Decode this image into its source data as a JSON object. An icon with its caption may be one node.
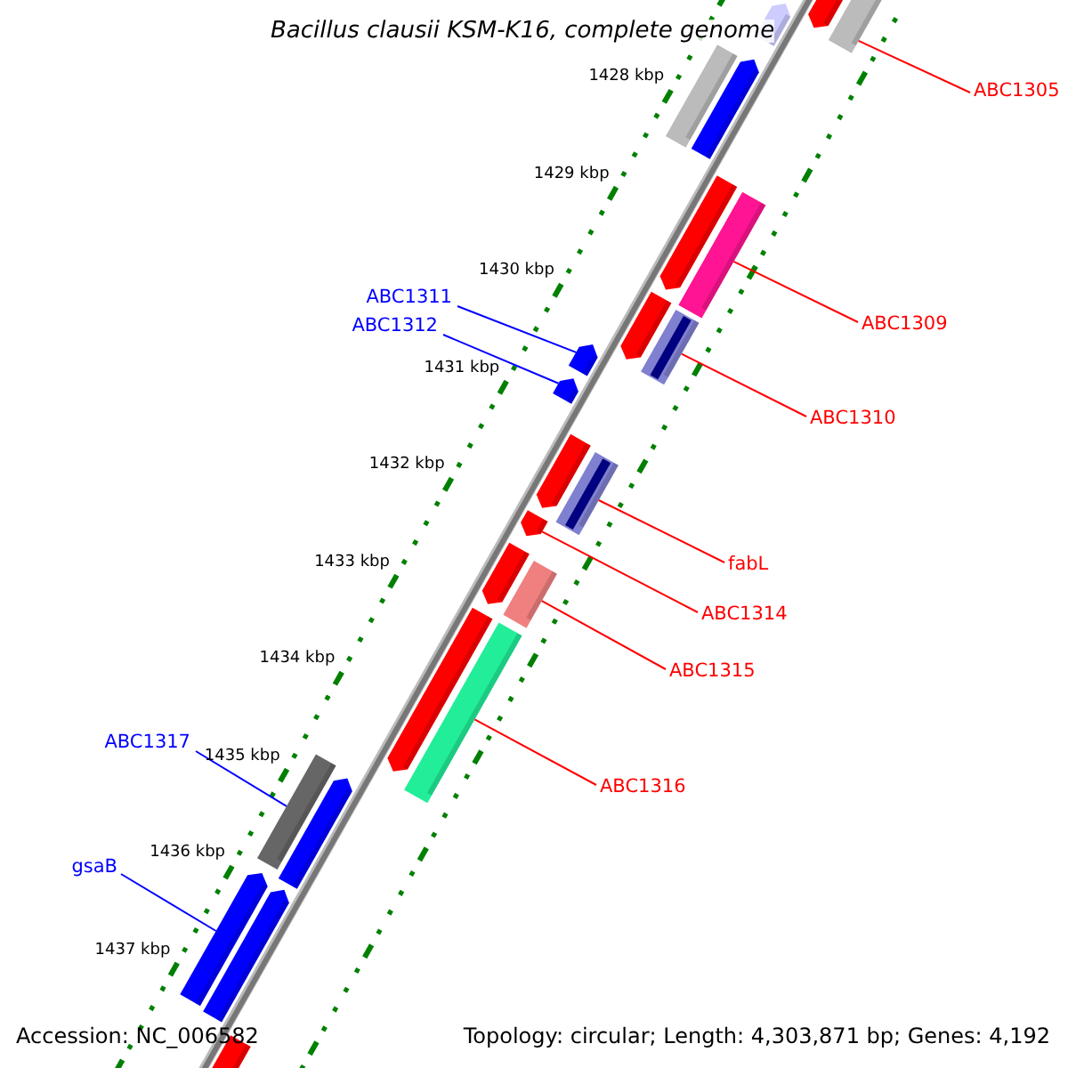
{
  "diagram": {
    "title": "Bacillus clausii KSM-K16, complete genome",
    "nodes": [
      {
        "text": [
          "ABC1305"
        ]
      },
      {
        "text": [],
        "shape": "bar"
      },
      {
        "text": [
          "ABC1309"
        ]
      },
      {
        "text": [],
        "shape": "bar"
      },
      {
        "text": [
          "ABC1311"
        ]
      },
      {
        "text": [],
        "shape": "bar"
      },
      {
        "text": [
          "ABC1312"
        ]
      },
      {
        "text": [],
        "shape": "bar"
      },
      {
        "text": [
          "ABC1310"
        ]
      },
      {
        "text": [],
        "shape": "bar"
      },
      {
        "text": [
          "fabL"
        ]
      },
      {
        "text": [],
        "shape": "bar"
      },
      {
        "text": [
          "ABC1314"
        ]
      },
      {
        "text": [],
        "shape": "bar"
      },
      {
        "text": [
          "ABC1315"
        ]
      },
      {
        "text": [],
        "shape": "bar"
      },
      {
        "text": [
          "ABC1317"
        ]
      },
      {
        "text": [],
        "shape": "bar"
      },
      {
        "text": [
          "ABC1316"
        ]
      },
      {
        "text": [],
        "shape": "bar"
      },
      {
        "text": [
          "gsaB"
        ]
      },
      {
        "text": [],
        "shape": "bar"
      },
      {
        "text": [],
        "shape": "bar"
      },
      {
        "text": [],
        "shape": "bar"
      },
      {
        "text": [],
        "shape": "bar"
      },
      {
        "text": [],
        "shape": "bar"
      },
      {
        "text": [],
        "shape": "bar"
      },
      {
        "text": [],
        "shape": "bar"
      },
      {
        "text": [],
        "shape": "bar"
      },
      {
        "text": [],
        "shape": "bar"
      },
      {
        "text": [],
        "shape": "bar"
      },
      {
        "text": [],
        "shape": "bar"
      },
      {
        "text": [],
        "shape": "bar"
      },
      {
        "text": [],
        "shape": "bar"
      }
    ],
    "edges": [
      {
        "from": 0,
        "to": 1,
        "arrow": "none"
      },
      {
        "from": 2,
        "to": 3,
        "arrow": "none"
      },
      {
        "from": 4,
        "to": 5,
        "arrow": "none",
        "color": "#0000ff"
      },
      {
        "from": 6,
        "to": 7,
        "arrow": "none",
        "color": "#0000ff"
      },
      {
        "from": 8,
        "to": 9,
        "arrow": "none"
      },
      {
        "from": 10,
        "to": 11,
        "arrow": "none"
      },
      {
        "from": 12,
        "to": 13,
        "arrow": "none"
      },
      {
        "from": 14,
        "to": 15,
        "arrow": "none"
      },
      {
        "from": 16,
        "to": 17,
        "arrow": "none",
        "color": "#0000ff"
      },
      {
        "from": 18,
        "to": 19,
        "arrow": "none"
      },
      {
        "from": 20,
        "to": 21,
        "arrow": "none",
        "color": "#0000ff"
      }
    ],
    "labels": [
      "1428 kbp",
      "1429 kbp",
      "1430 kbp",
      "1431 kbp",
      "1432 kbp",
      "1433 kbp",
      "1434 kbp",
      "1435 kbp",
      "1436 kbp",
      "1437 kbp",
      "Accession: NC_006582",
      "Topology: circular; Length: 4,303,871 bp; Genes: 4,192"
    ]
  }
}
